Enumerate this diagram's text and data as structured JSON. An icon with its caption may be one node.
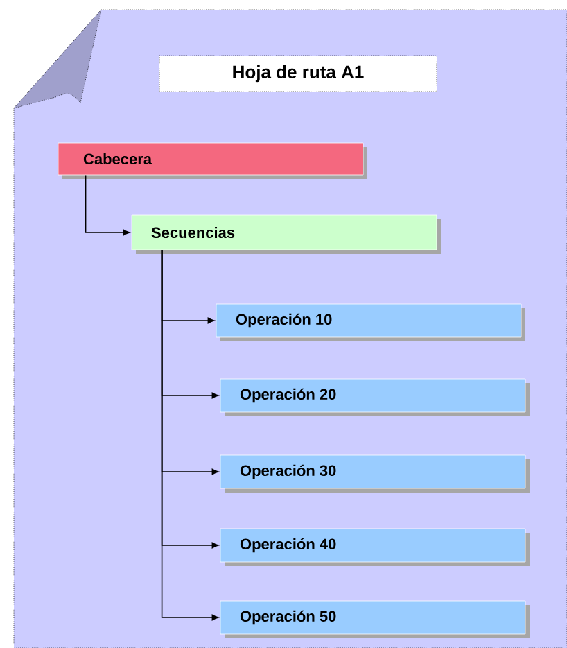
{
  "diagram": {
    "title": "Hoja de ruta A1",
    "nodes": [
      {
        "text": [
          "Cabecera"
        ]
      },
      {
        "text": [
          "Secuencias"
        ]
      },
      {
        "text": [
          "Operación 10"
        ]
      },
      {
        "text": [
          "Operación 20"
        ]
      },
      {
        "text": [
          "Operación 30"
        ]
      },
      {
        "text": [
          "Operación 40"
        ]
      },
      {
        "text": [
          "Operación 50"
        ]
      }
    ],
    "edges": [
      {
        "from": 0,
        "to": 1,
        "arrow": "to"
      },
      {
        "from": 1,
        "to": 2,
        "arrow": "to"
      },
      {
        "from": 1,
        "to": 3,
        "arrow": "to"
      },
      {
        "from": 1,
        "to": 4,
        "arrow": "to"
      },
      {
        "from": 1,
        "to": 5,
        "arrow": "to"
      },
      {
        "from": 1,
        "to": 6,
        "arrow": "to"
      }
    ]
  }
}
